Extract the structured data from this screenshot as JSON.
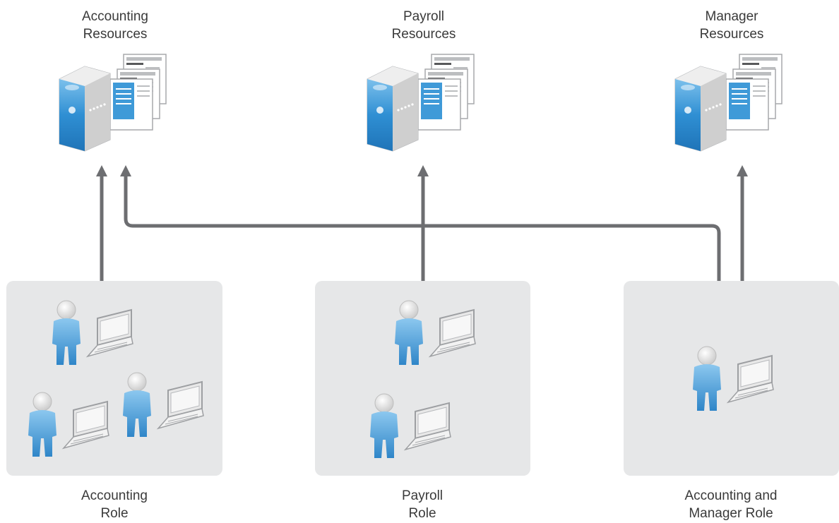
{
  "resources": [
    {
      "id": "accounting",
      "line1": "Accounting",
      "line2": "Resources"
    },
    {
      "id": "payroll",
      "line1": "Payroll",
      "line2": "Resources"
    },
    {
      "id": "manager",
      "line1": "Manager",
      "line2": "Resources"
    }
  ],
  "roles": [
    {
      "id": "accounting",
      "line1": "Accounting",
      "line2": "Role",
      "user_count": 3
    },
    {
      "id": "payroll",
      "line1": "Payroll",
      "line2": "Role",
      "user_count": 2
    },
    {
      "id": "accounting-manager",
      "line1": "Accounting and",
      "line2": "Manager Role",
      "user_count": 1
    }
  ],
  "connections": [
    {
      "from": "accounting",
      "to": "accounting"
    },
    {
      "from": "payroll",
      "to": "payroll"
    },
    {
      "from": "accounting-manager",
      "to": "accounting"
    },
    {
      "from": "accounting-manager",
      "to": "manager"
    }
  ],
  "colors": {
    "arrow": "#6d6e71",
    "role_box": "#e6e7e8",
    "user_blue": "#3d9ad8",
    "user_head": "#dcdcdc",
    "server_body": "#d8d8d8",
    "server_front": "#2f8fd3"
  }
}
